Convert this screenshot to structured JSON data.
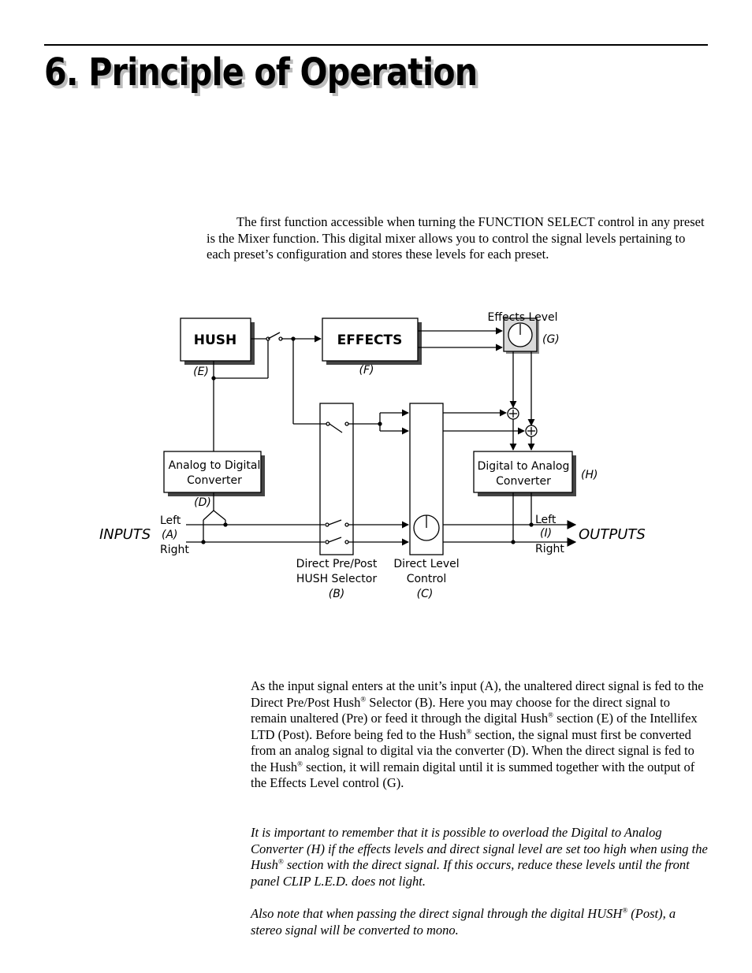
{
  "header": {
    "title": "6. Principle of Operation"
  },
  "intro": {
    "text": "The first function accessible when turning the FUNCTION SELECT control in any preset is the Mixer function. This digital mixer allows you to control the signal levels pertaining to each preset’s configuration and stores these levels for each preset."
  },
  "diagram": {
    "hush": "HUSH",
    "effects": "EFFECTS",
    "effects_level": "Effects Level",
    "g": "(G)",
    "e": "(E)",
    "f": "(F)",
    "adc_line1": "Analog to Digital",
    "adc_line2": "Converter",
    "d": "(D)",
    "dac_line1": "Digital to Analog",
    "dac_line2": "Converter",
    "h": "(H)",
    "inputs": "INPUTS",
    "in_left": "Left",
    "a": "(A)",
    "in_right": "Right",
    "outputs": "OUTPUTS",
    "out_left": "Left",
    "i": "(I)",
    "out_right": "Right",
    "selector_line1": "Direct Pre/Post",
    "selector_line2": "HUSH Selector",
    "b": "(B)",
    "level_line1": "Direct Level",
    "level_line2": "Control",
    "c": "(C)"
  },
  "paragraphs": {
    "p1_a": "As the input signal enters at the unit’s input (A), the unaltered direct signal is fed to the Direct Pre/Post Hush",
    "p1_b": " Selector (B). Here you may choose for the direct signal to remain unaltered (Pre) or feed it through the digital Hush",
    "p1_c": " section (E) of the Intellifex LTD (Post). Before being fed to the Hush",
    "p1_d": " section, the signal must first be converted from an analog signal to digital via the converter (D). When the direct signal is fed to the Hush",
    "p1_e": " section, it will remain digital until it is summed together with the output of the Effects Level control (G).",
    "p2_a": "It is important to remember that it is possible to overload the Digital to Analog Converter (H) if the effects levels and direct signal level are set too high when using the Hush",
    "p2_b": " section with the direct signal. If this occurs, reduce these levels until the front panel CLIP L.E.D. does not light.",
    "p3_a": "Also note that when passing the direct signal through the digital HUSH",
    "p3_b": " (Post), a stereo signal will be converted to mono.",
    "reg": "®"
  }
}
